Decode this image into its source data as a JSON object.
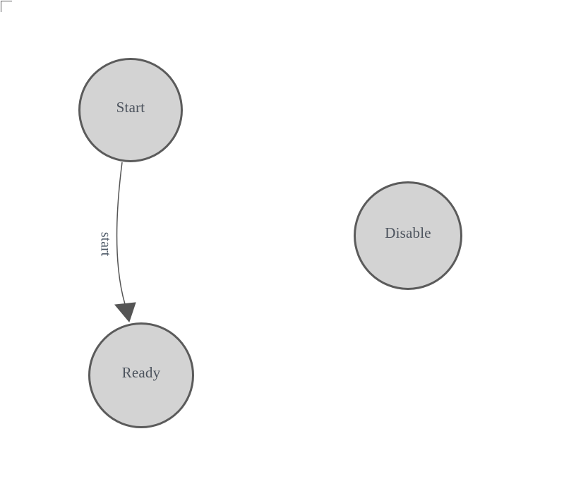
{
  "app": {
    "type": "state-machine-diagram",
    "background": "#ffffff"
  },
  "diagram": {
    "nodes": [
      {
        "id": "start",
        "label": "Start"
      },
      {
        "id": "ready",
        "label": "Ready"
      },
      {
        "id": "disable",
        "label": "Disable"
      }
    ],
    "edges": [
      {
        "id": "transition-start-ready",
        "label": "start",
        "from": "Start",
        "to": "Ready"
      }
    ],
    "colors": {
      "node_fill": "#d3d3d3",
      "node_stroke": "#5b5b5b",
      "edge_stroke": "#555555",
      "node_label_color": "#4c535d",
      "edge_label_color": "#4e5a67",
      "origin_corner_color": "#59595b"
    }
  }
}
